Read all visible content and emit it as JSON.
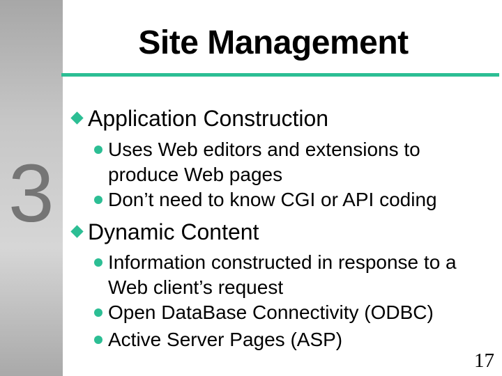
{
  "slide_title": "Site Management",
  "section_number": "3",
  "page_number": "17",
  "colors": {
    "accent_teal": "#2cbe94",
    "sidebar_gray_dark": "#a7a7a7",
    "sidebar_gray_light": "#d6d6d6",
    "section_number_gray": "#757575",
    "text_black": "#000000"
  },
  "bullets": [
    {
      "level": 1,
      "lines": [
        "Application Construction"
      ]
    },
    {
      "level": 2,
      "lines": [
        "Uses Web editors and extensions to",
        "produce Web pages"
      ]
    },
    {
      "level": 2,
      "lines": [
        "Don’t need to know CGI or API coding"
      ]
    },
    {
      "level": 1,
      "lines": [
        "Dynamic Content"
      ]
    },
    {
      "level": 2,
      "lines": [
        "Information constructed in response to a",
        "Web client’s request"
      ]
    },
    {
      "level": 2,
      "lines": [
        "Open DataBase Connectivity (ODBC)"
      ]
    },
    {
      "level": 2,
      "lines": [
        "Active Server Pages (ASP)"
      ]
    }
  ]
}
